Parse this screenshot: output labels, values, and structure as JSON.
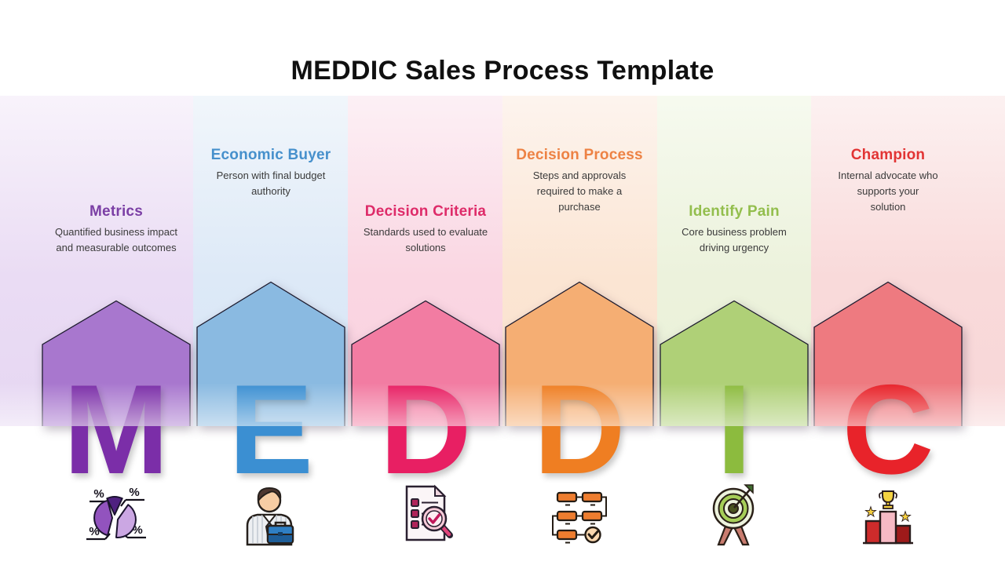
{
  "title": "MEDDIC Sales Process Template",
  "columns": [
    {
      "key": "metrics",
      "letter": "M",
      "title": "Metrics",
      "desc_lines": [
        "Quantified business impact",
        "and measurable outcomes"
      ],
      "icon": "pie-chart-percentages-icon",
      "colors": {
        "heading": "#7B3FA5",
        "letter": "#7B2EA8",
        "pentagon": "#A877CE",
        "band": "#E6D7F2"
      }
    },
    {
      "key": "economic-buyer",
      "letter": "E",
      "title": "Economic Buyer",
      "desc_lines": [
        "Person with final budget",
        "authority"
      ],
      "icon": "businessman-briefcase-icon",
      "colors": {
        "heading": "#4690CC",
        "letter": "#3B8FD2",
        "pentagon": "#8ABAE1",
        "band": "#D8E7F6"
      }
    },
    {
      "key": "decision-criteria",
      "letter": "D",
      "title": "Decision Criteria",
      "desc_lines": [
        "Standards used to evaluate",
        "solutions"
      ],
      "icon": "checklist-magnifier-icon",
      "colors": {
        "heading": "#DE2B69",
        "letter": "#E81F63",
        "pentagon": "#F27CA2",
        "band": "#F9D2E0"
      }
    },
    {
      "key": "decision-process",
      "letter": "D",
      "title": "Decision Process",
      "desc_lines": [
        "Steps and approvals",
        "required to make a",
        "purchase"
      ],
      "icon": "flowchart-approval-icon",
      "colors": {
        "heading": "#ED8244",
        "letter": "#EF7E22",
        "pentagon": "#F5AE73",
        "band": "#FBE3D0"
      }
    },
    {
      "key": "identify-pain",
      "letter": "I",
      "title": "Identify Pain",
      "desc_lines": [
        "Core business problem",
        "driving urgency"
      ],
      "icon": "dartboard-target-icon",
      "colors": {
        "heading": "#93BE4D",
        "letter": "#8CBB3E",
        "pentagon": "#AFD077",
        "band": "#EAF1D8"
      }
    },
    {
      "key": "champion",
      "letter": "C",
      "title": "Champion",
      "desc_lines": [
        "Internal advocate who",
        "supports your",
        "solution"
      ],
      "icon": "winner-podium-trophy-icon",
      "colors": {
        "heading": "#E23434",
        "letter": "#E8232A",
        "pentagon": "#EE7A80",
        "band": "#F8D7D8"
      }
    }
  ]
}
